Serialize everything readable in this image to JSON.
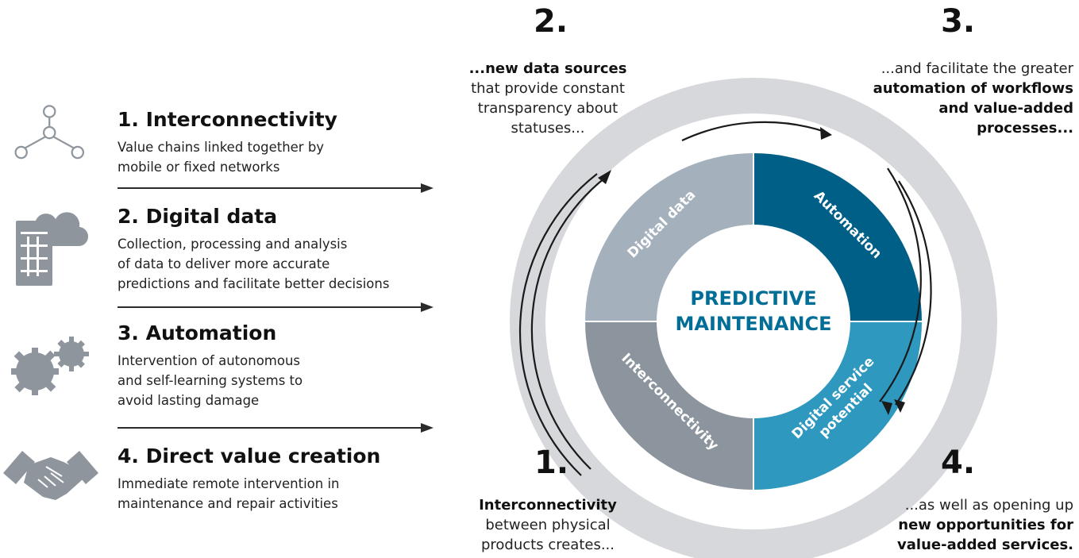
{
  "list": [
    {
      "title": "1. Interconnectivity",
      "desc": "Value chains linked together by\nmobile or fixed networks"
    },
    {
      "title": "2. Digital data",
      "desc": "Collection, processing and analysis\nof data to deliver more accurate\npredictions and facilitate better decisions"
    },
    {
      "title": "3. Automation",
      "desc": "Intervention of autonomous\nand self-learning systems to\navoid lasting damage"
    },
    {
      "title": "4. Direct value creation",
      "desc": "Immediate remote intervention in\nmaintenance and repair activities"
    }
  ],
  "icons": [
    "network-nodes-icon",
    "server-cloud-icon",
    "gears-icon",
    "handshake-icon"
  ],
  "steps": {
    "s1": {
      "num": "1.",
      "bold": "Interconnectivity",
      "rest1": "between physical",
      "rest2": "products creates..."
    },
    "s2": {
      "num": "2.",
      "bold": "...new data sources",
      "rest1": "that provide constant",
      "rest2": "transparency about",
      "rest3": "statuses..."
    },
    "s3": {
      "num": "3.",
      "pre": "...and facilitate the greater",
      "bold1": "automation of workflows",
      "bold2": "and value-added",
      "bold3": "processes..."
    },
    "s4": {
      "num": "4.",
      "pre": "...as well as opening up",
      "bold1": "new opportunities for",
      "bold2": "value-added services."
    }
  },
  "wheel": {
    "center_line1": "PREDICTIVE",
    "center_line2": "MAINTENANCE",
    "q_digital_data": "Digital data",
    "q_automation": "Automation",
    "q_interconnectivity": "Interconnectivity",
    "q_service_line1": "Digital service",
    "q_service_line2": "potential"
  },
  "colors": {
    "digital_data": "#a4b1bd",
    "automation": "#005f87",
    "interconnectivity": "#8c959e",
    "service": "#2e98bf",
    "outer_ring": "#d6d8db",
    "center_text": "#006e96"
  }
}
